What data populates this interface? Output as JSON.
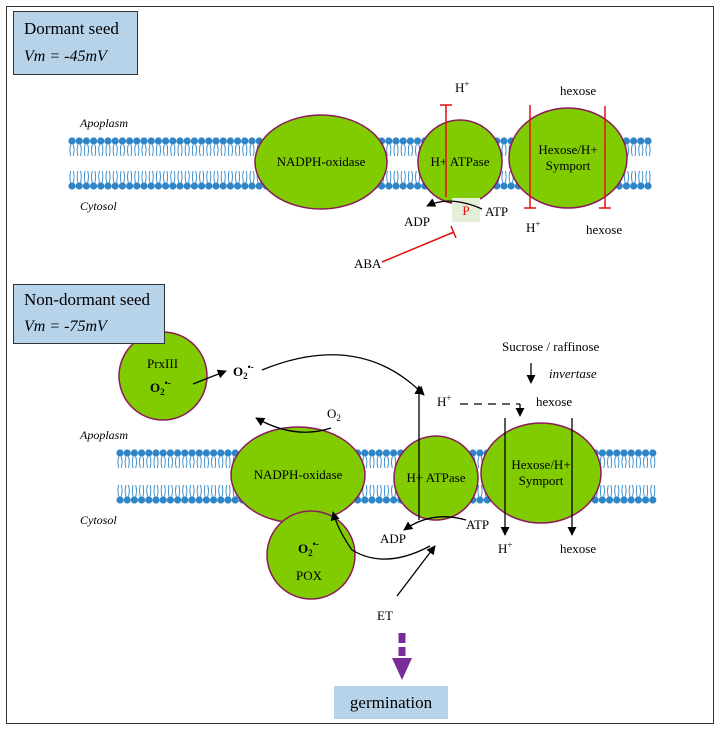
{
  "dormant": {
    "title": "Dormant seed",
    "vm": "Vm = -45mV",
    "apoplasm": "Apoplasm",
    "cytosol": "Cytosol",
    "nadph_oxidase": "NADPH-oxidase",
    "h_atpase": "H+ ATPase",
    "symport_line1": "Hexose/H+",
    "symport_line2": "Symport",
    "h_plus_out": "H",
    "h_plus_in": "H",
    "hexose_out": "hexose",
    "hexose_in": "hexose",
    "adp": "ADP",
    "atp": "ATP",
    "p": "P",
    "aba": "ABA"
  },
  "nondormant": {
    "title": "Non-dormant seed",
    "vm": "Vm = -75mV",
    "apoplasm": "Apoplasm",
    "cytosol": "Cytosol",
    "prxiii": "PrxIII",
    "prx_o2": "O",
    "o2_radical": "O",
    "o2": "O",
    "nadph_oxidase": "NADPH-oxidase",
    "h_atpase": "H+ ATPase",
    "symport_line1": "Hexose/H+",
    "symport_line2": "Symport",
    "sucrose": "Sucrose / raffinose",
    "invertase": "invertase",
    "h_plus_out": "H",
    "h_plus_in": "H",
    "hexose_out": "hexose",
    "hexose_in": "hexose",
    "atp": "ATP",
    "adp": "ADP",
    "pox_o2": "O",
    "pox": "POX",
    "et": "ET",
    "germination": "germination"
  },
  "colors": {
    "organelle_fill": "#80cc00",
    "organelle_stroke": "#8b1a5a",
    "membrane": "#2e86c8",
    "label_box": "#b7d3ea",
    "inhibit": "#e01010",
    "germ_arrow": "#7a2b9a"
  }
}
